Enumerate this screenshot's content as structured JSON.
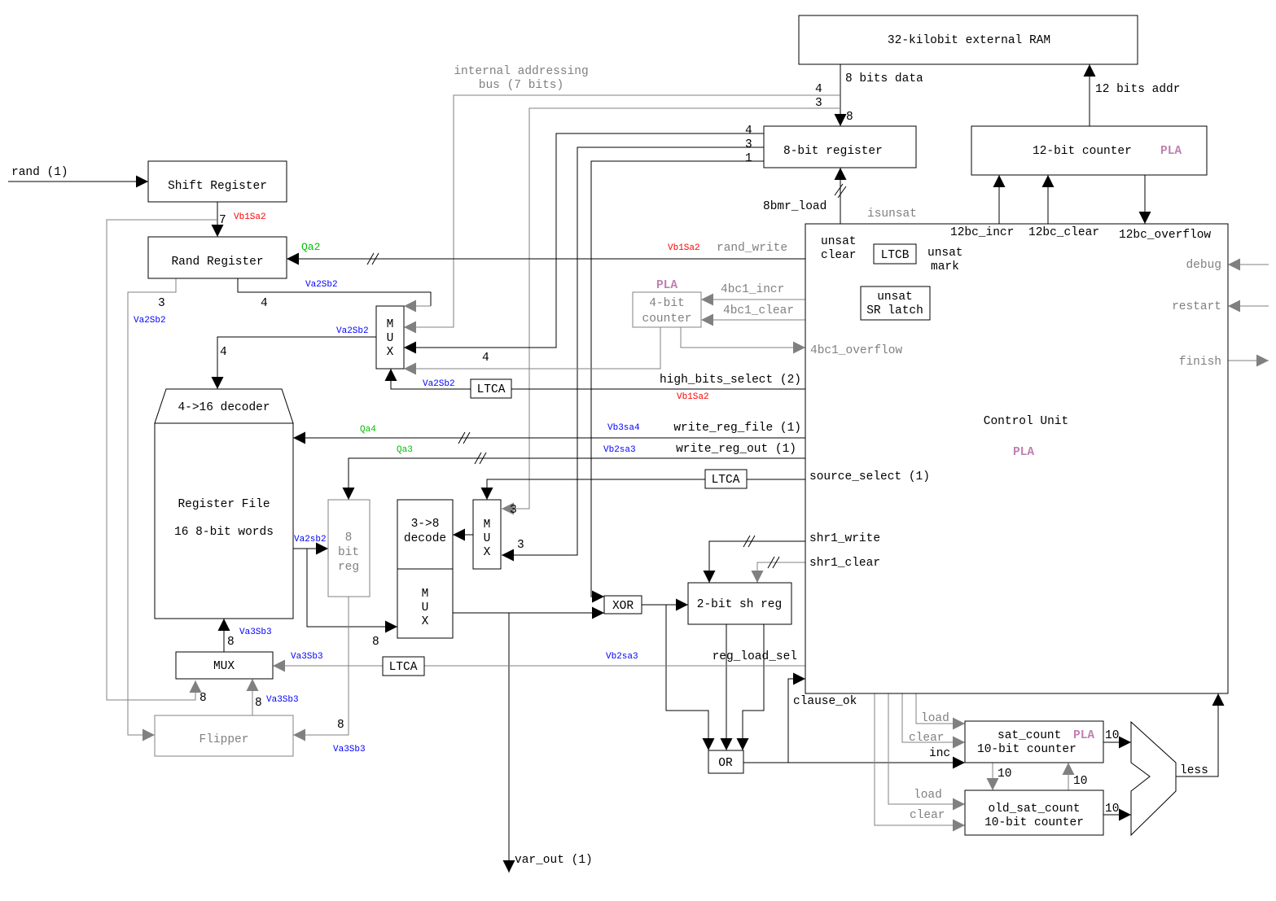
{
  "colors": {
    "wire": "#000000",
    "inactive": "#808080",
    "timing_blue": "#0000ff",
    "timing_red": "#ff0000",
    "timing_green": "#00c000",
    "pla": "#c080b0"
  },
  "blocks": {
    "ram": "32-kilobit external RAM",
    "counter12": "12-bit counter",
    "pla": "PLA",
    "reg8": "8-bit register",
    "shift_register": "Shift Register",
    "rand_register": "Rand Register",
    "mux_letters": [
      "M",
      "U",
      "X"
    ],
    "counter4": [
      "4-bit",
      "counter"
    ],
    "ltca": "LTCA",
    "ltcb": "LTCB",
    "decoder": "4->16 decoder",
    "register_file": [
      "Register File",
      "16 8-bit words"
    ],
    "bitreg8": [
      "8",
      "bit",
      "reg"
    ],
    "decode38": [
      "3->8",
      "decode"
    ],
    "xor": "XOR",
    "shreg2": "2-bit sh reg",
    "or": "OR",
    "mux_bottom": "MUX",
    "flipper": "Flipper",
    "control_unit": "Control Unit",
    "sr_latch": [
      "unsat",
      "SR latch"
    ],
    "sat_count": [
      "sat_count",
      "10-bit counter"
    ],
    "old_sat_count": [
      "old_sat_count",
      "10-bit counter"
    ]
  },
  "signals": {
    "rand": "rand (1)",
    "internal_bus": [
      "internal addressing",
      "bus (7 bits)"
    ],
    "bits_data": "8 bits data",
    "bits_addr": "12 bits addr",
    "bmr_load": "8bmr_load",
    "isunsat": "isunsat",
    "bc12_incr": "12bc_incr",
    "bc12_clear": "12bc_clear",
    "bc12_overflow": "12bc_overflow",
    "unsat_clear": [
      "unsat",
      "clear"
    ],
    "unsat_mark": [
      "unsat",
      "mark"
    ],
    "debug": "debug",
    "restart": "restart",
    "finish": "finish",
    "rand_write": "rand_write",
    "bc4_incr": "4bc1_incr",
    "bc4_clear": "4bc1_clear",
    "bc4_overflow": "4bc1_overflow",
    "high_bits_select": "high_bits_select (2)",
    "write_reg_file": "write_reg_file (1)",
    "write_reg_out": "write_reg_out (1)",
    "source_select": "source_select (1)",
    "shr1_write": "shr1_write",
    "shr1_clear": "shr1_clear",
    "reg_load_sel": "reg_load_sel",
    "clause_ok": "clause_ok",
    "var_out": "var_out (1)",
    "load": "load",
    "clear": "clear",
    "inc": "inc",
    "less": "less"
  },
  "widths": {
    "w4": "4",
    "w3": "3",
    "w8": "8",
    "w1": "1",
    "w7": "7",
    "w10": "10"
  },
  "timing": {
    "vb1sa2": "Vb1Sa2",
    "qa2": "Qa2",
    "va2sb2": "Va2Sb2",
    "va2sb2_lc": "Va2sb2",
    "vb3sa4": "Vb3sa4",
    "vb2sa3": "Vb2sa3",
    "qa4": "Qa4",
    "qa3": "Qa3",
    "va3sb3": "Va3Sb3"
  }
}
